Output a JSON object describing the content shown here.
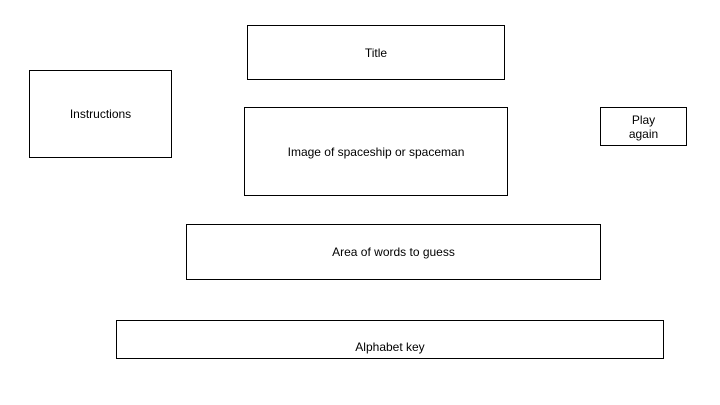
{
  "wireframe": {
    "title": "Title",
    "instructions": "Instructions",
    "image": "Image of spaceship or spaceman",
    "play_again": "Play\nagain",
    "words_area": "Area of words to guess",
    "alphabet_key": "Alphabet key"
  }
}
